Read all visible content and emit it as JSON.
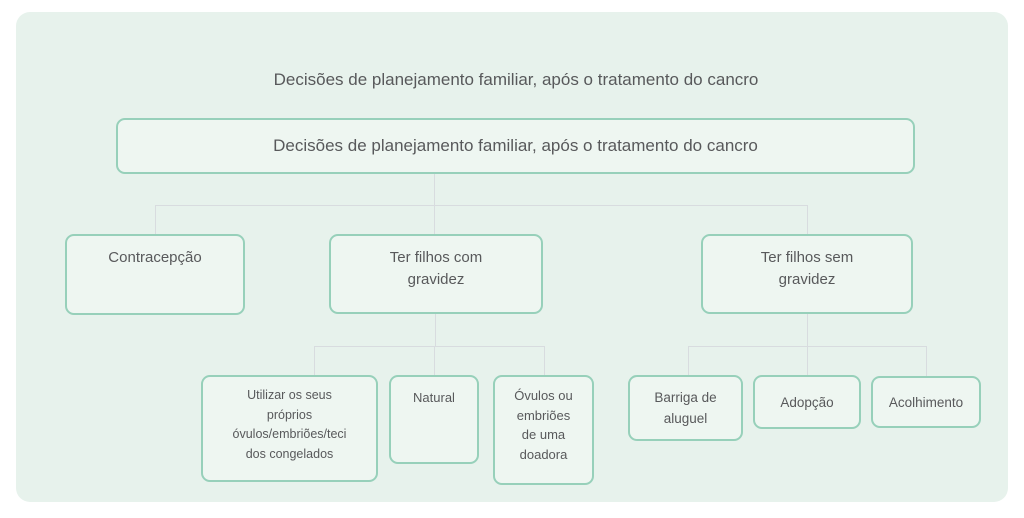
{
  "title": "Decisões de planejamento familiar, após o tratamento do cancro",
  "colors": {
    "page_background": "#ffffff",
    "canvas_background": "#e7f2ec",
    "node_fill": "#eef6f1",
    "node_border": "#97d0ba",
    "connector": "#d8dcdf",
    "text": "#58595b"
  },
  "nodes": {
    "root": {
      "label": "Decisões de planejamento familiar, após o tratamento do cancro"
    },
    "contracepcao": {
      "label": "Contracepção"
    },
    "ter_filhos_com_gravidez": {
      "label": "Ter filhos com\ngravidez"
    },
    "ter_filhos_sem_gravidez": {
      "label": "Ter filhos sem\ngravidez"
    },
    "utilizar_proprios": {
      "label": "Utilizar os seus\npróprios\nóvulos/embriões/teci\ndos congelados"
    },
    "natural": {
      "label": "Natural"
    },
    "ovulos_doadora": {
      "label": "Óvulos ou\nembriões\nde uma\ndoadora"
    },
    "barriga_aluguel": {
      "label": "Barriga de\naluguel"
    },
    "adopcao": {
      "label": "Adopção"
    },
    "acolhimento": {
      "label": "Acolhimento"
    }
  },
  "hierarchy": {
    "root": "Decisões de planejamento familiar, após o tratamento do cancro",
    "children": [
      {
        "label": "Contracepção",
        "children": []
      },
      {
        "label": "Ter filhos com gravidez",
        "children": [
          "Utilizar os seus próprios óvulos/embriões/tecidos congelados",
          "Natural",
          "Óvulos ou embriões de uma doadora"
        ]
      },
      {
        "label": "Ter filhos sem gravidez",
        "children": [
          "Barriga de aluguel",
          "Adopção",
          "Acolhimento"
        ]
      }
    ]
  }
}
